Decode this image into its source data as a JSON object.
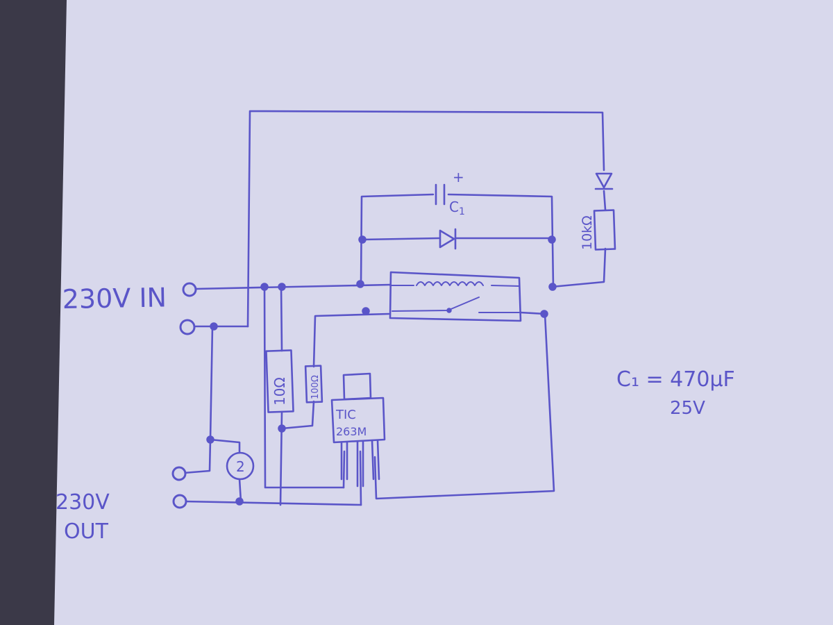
{
  "colors": {
    "ink": "#5a55c8",
    "paper": "#d8d8ec",
    "background": "#3b3948"
  },
  "labels": {
    "input": "230V IN",
    "output_line1": "230V",
    "output_line2": "OUT",
    "capacitor_ref": "C",
    "capacitor_ref_sub": "1",
    "capacitor_polarity": "+",
    "resistor_top": "10kΩ",
    "resistor_left": "10Ω",
    "resistor_mid": "100Ω",
    "thyristor_line1": "TIC",
    "thyristor_line2": "263M",
    "meter_symbol": "2",
    "note_line1": "C₁ = 470µF",
    "note_line2": "25V"
  }
}
